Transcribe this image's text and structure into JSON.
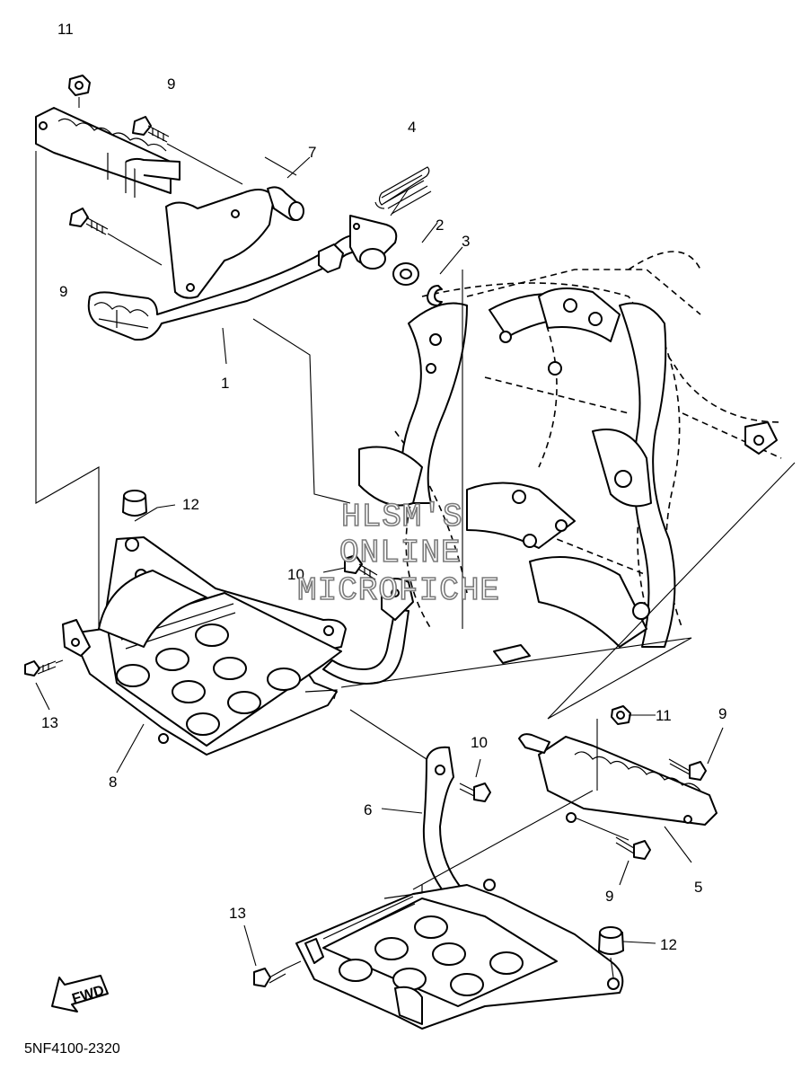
{
  "diagram": {
    "callouts": {
      "c1": "1",
      "c2": "2",
      "c3": "3",
      "c4": "4",
      "c5": "5",
      "c6": "6",
      "c7": "7",
      "c8": "8",
      "c9a": "9",
      "c9b": "9",
      "c9c": "9",
      "c9d": "9",
      "c10a": "10",
      "c10b": "10",
      "c11a": "11",
      "c11b": "11",
      "c12a": "12",
      "c12b": "12",
      "c13a": "13",
      "c13b": "13"
    },
    "watermark": {
      "line1": "HLSM'S",
      "line2": "ONLINE",
      "line3": "MICROFICHE"
    },
    "fwd_label": "FWD",
    "part_code": "5NF4100-2320"
  }
}
